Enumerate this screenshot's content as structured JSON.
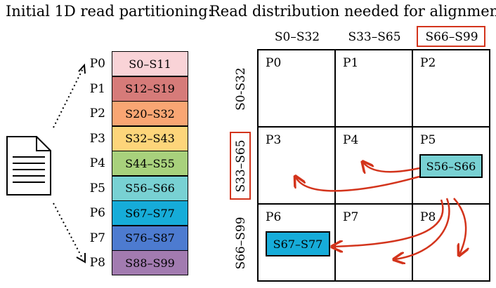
{
  "titles": {
    "left": "Initial 1D read partitioning:",
    "right": "Read distribution needed for alignment:"
  },
  "partitions": [
    {
      "proc": "P0",
      "range": "S0–S11",
      "color": "#f9d3d7"
    },
    {
      "proc": "P1",
      "range": "S12–S19",
      "color": "#d67b79"
    },
    {
      "proc": "P2",
      "range": "S20–S32",
      "color": "#f9a673"
    },
    {
      "proc": "P3",
      "range": "S32–S43",
      "color": "#fdd57a"
    },
    {
      "proc": "P4",
      "range": "S44–S55",
      "color": "#a8d17c"
    },
    {
      "proc": "P5",
      "range": "S56–S66",
      "color": "#78d1d3"
    },
    {
      "proc": "P6",
      "range": "S67–S77",
      "color": "#16acd9"
    },
    {
      "proc": "P7",
      "range": "S76–S87",
      "color": "#4d7bd0"
    },
    {
      "proc": "P8",
      "range": "S88–S99",
      "color": "#a27bb0"
    }
  ],
  "grid": {
    "col_headers": [
      "S0–S32",
      "S33–S65",
      "S66–S99"
    ],
    "row_headers": [
      "S0-S32",
      "S33–S65",
      "S66–S99"
    ],
    "cells": [
      "P0",
      "P1",
      "P2",
      "P3",
      "P4",
      "P5",
      "P6",
      "P7",
      "P8"
    ]
  },
  "chunks": {
    "p5": {
      "label": "S56–S66",
      "color": "#78d1d3"
    },
    "p6": {
      "label": "S67–S77",
      "color": "#16acd9"
    }
  },
  "colors": {
    "highlight": "#d3341c",
    "arrow": "#d3341c"
  },
  "icon": "document-icon"
}
